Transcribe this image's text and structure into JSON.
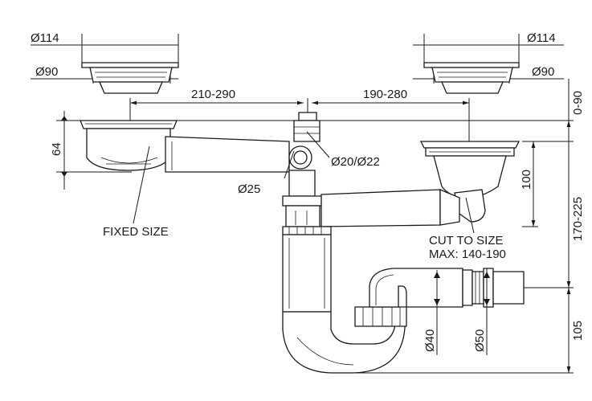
{
  "dimensions": {
    "top_left_outer": "Ø114",
    "top_left_inner": "Ø90",
    "top_right_outer": "Ø114",
    "top_right_inner": "Ø90",
    "span_left": "210-290",
    "span_right": "190-280",
    "offset_right": "0-90",
    "left_depth": "64",
    "branch_diameter": "Ø20/Ø22",
    "overflow_diameter": "Ø25",
    "right_depth": "100",
    "right_height": "170-225",
    "outlet_inner": "Ø40",
    "outlet_outer": "Ø50",
    "trap_height": "105"
  },
  "notes": {
    "fixed": "FIXED SIZE",
    "cut_line1": "CUT TO SIZE",
    "cut_line2": "MAX: 140-190"
  }
}
